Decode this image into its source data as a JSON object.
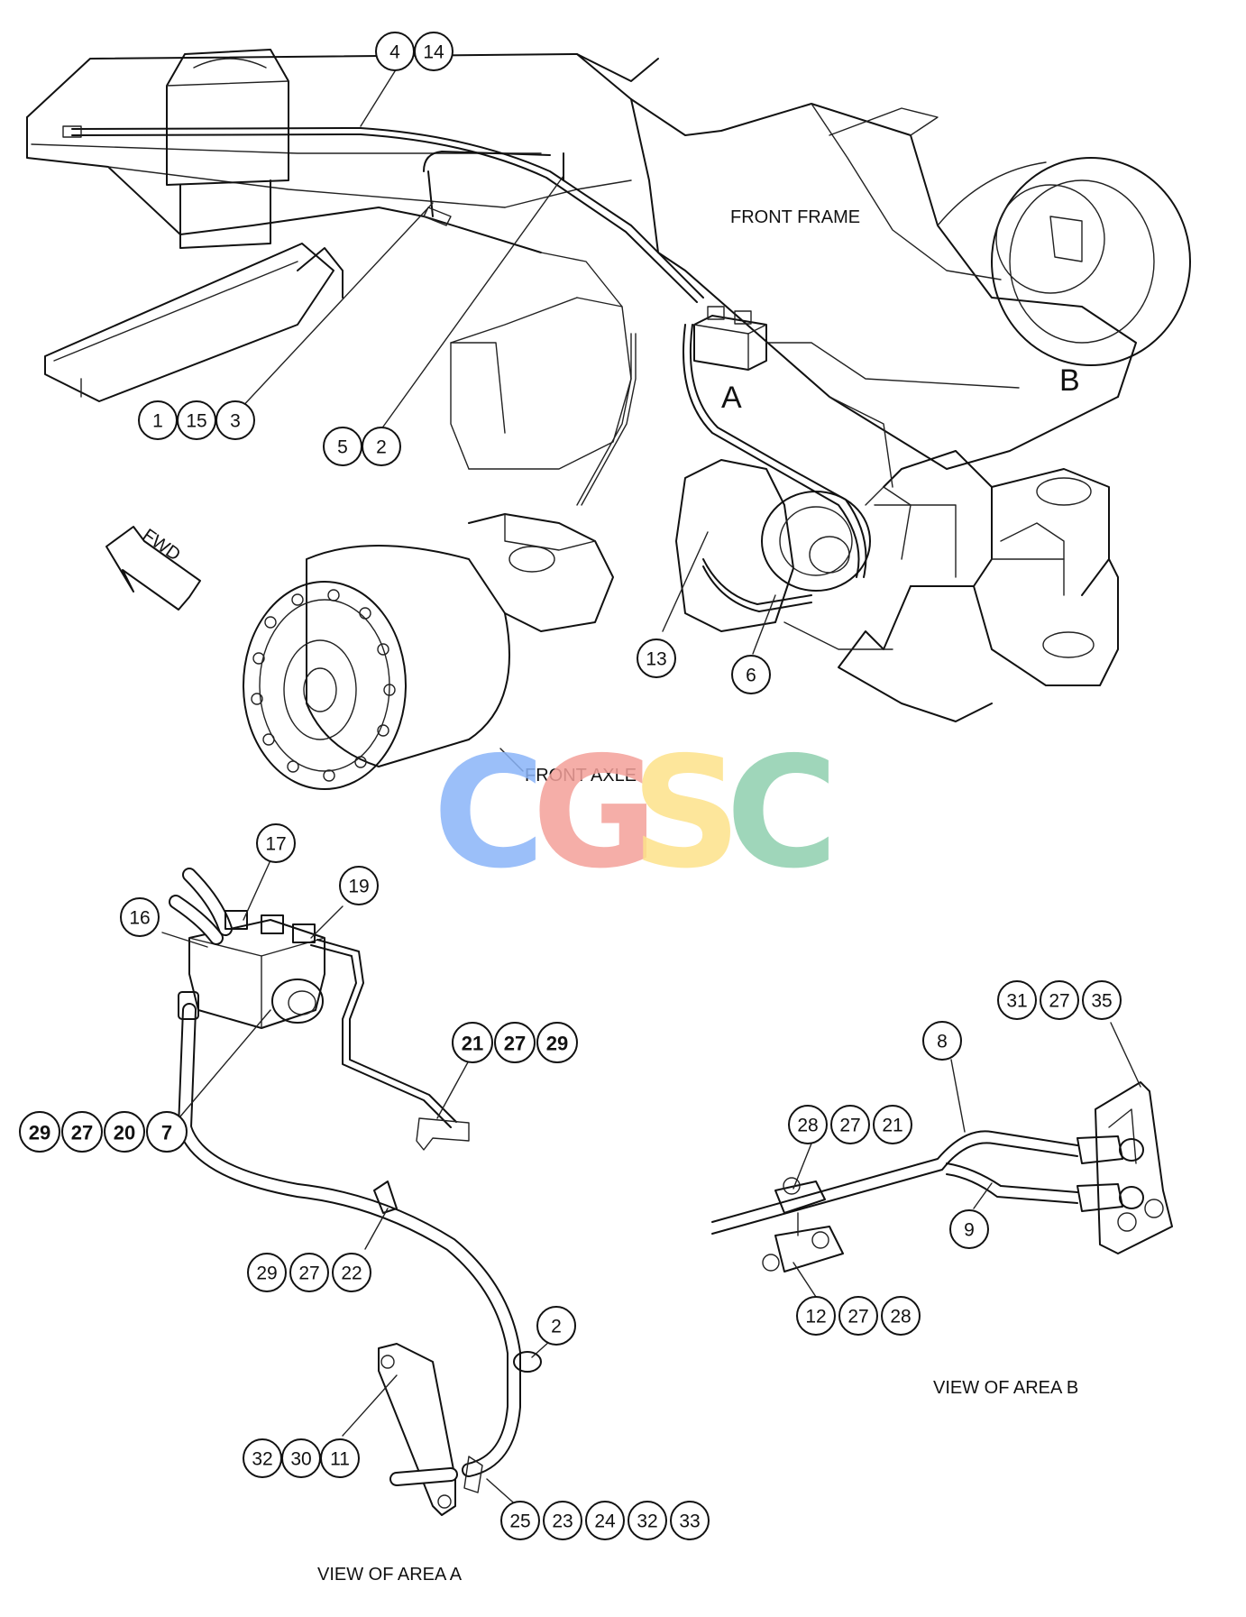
{
  "labels": {
    "front_frame": "FRONT FRAME",
    "front_axle": "FRONT AXLE",
    "area_a": "A",
    "area_b": "B",
    "fwd": "FWD",
    "view_area_a": "VIEW OF AREA A",
    "view_area_b": "VIEW OF AREA B"
  },
  "watermark": {
    "letters": [
      "C",
      "G",
      "S",
      "C"
    ],
    "colors": [
      "#8ab4f8",
      "#f4a09a",
      "#fde28a",
      "#8fcfae"
    ]
  },
  "callouts": [
    {
      "id": "c-4-14",
      "numbers": [
        "4",
        "14"
      ],
      "bold": false
    },
    {
      "id": "c-1-15-3",
      "numbers": [
        "1",
        "15",
        "3"
      ],
      "bold": false
    },
    {
      "id": "c-5-2",
      "numbers": [
        "5",
        "2"
      ],
      "bold": false
    },
    {
      "id": "c-13",
      "numbers": [
        "13"
      ],
      "bold": false
    },
    {
      "id": "c-6",
      "numbers": [
        "6"
      ],
      "bold": false
    },
    {
      "id": "c-17",
      "numbers": [
        "17"
      ],
      "bold": false
    },
    {
      "id": "c-16",
      "numbers": [
        "16"
      ],
      "bold": false
    },
    {
      "id": "c-19",
      "numbers": [
        "19"
      ],
      "bold": false
    },
    {
      "id": "c-21-27-29",
      "numbers": [
        "21",
        "27",
        "29"
      ],
      "bold": true
    },
    {
      "id": "c-29-27-20-7",
      "numbers": [
        "29",
        "27",
        "20",
        "7"
      ],
      "bold": true
    },
    {
      "id": "c-29-27-22",
      "numbers": [
        "29",
        "27",
        "22"
      ],
      "bold": false
    },
    {
      "id": "c-2",
      "numbers": [
        "2"
      ],
      "bold": false
    },
    {
      "id": "c-32-30-11",
      "numbers": [
        "32",
        "30",
        "11"
      ],
      "bold": false
    },
    {
      "id": "c-25-23-24-32-33",
      "numbers": [
        "25",
        "23",
        "24",
        "32",
        "33"
      ],
      "bold": false
    },
    {
      "id": "c-31-27-35",
      "numbers": [
        "31",
        "27",
        "35"
      ],
      "bold": false
    },
    {
      "id": "c-8",
      "numbers": [
        "8"
      ],
      "bold": false
    },
    {
      "id": "c-28-27-21",
      "numbers": [
        "28",
        "27",
        "21"
      ],
      "bold": false
    },
    {
      "id": "c-9",
      "numbers": [
        "9"
      ],
      "bold": false
    },
    {
      "id": "c-12-27-28",
      "numbers": [
        "12",
        "27",
        "28"
      ],
      "bold": false
    }
  ]
}
